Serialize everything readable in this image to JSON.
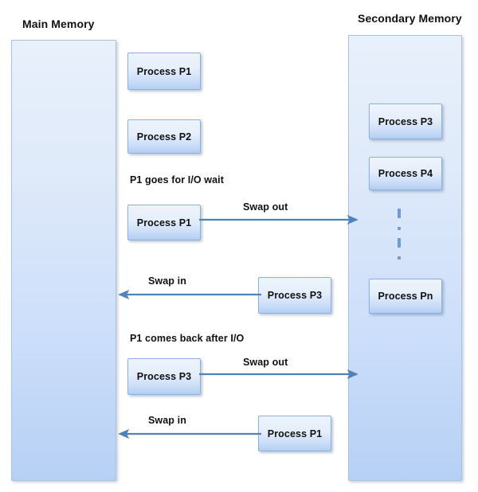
{
  "diagram": {
    "type": "process-swapping-diagram",
    "columns": [
      {
        "id": "main-memory",
        "title": "Main Memory"
      },
      {
        "id": "secondary-memory",
        "title": "Secondary Memory"
      }
    ],
    "main_memory_processes": [
      {
        "id": "p1-top",
        "label": "Process P1"
      },
      {
        "id": "p2-top",
        "label": "Process P2"
      },
      {
        "id": "p1-swapout",
        "label": "Process P1"
      },
      {
        "id": "p3-swapout",
        "label": "Process P3"
      }
    ],
    "secondary_memory_processes": [
      {
        "id": "p3-secondary",
        "label": "Process P3"
      },
      {
        "id": "p4-secondary",
        "label": "Process P4"
      },
      {
        "id": "pn-secondary",
        "label": "Process Pn"
      }
    ],
    "transit_processes": [
      {
        "id": "p3-swapin",
        "label": "Process P3"
      },
      {
        "id": "p1-swapin",
        "label": "Process P1"
      }
    ],
    "annotations": [
      {
        "id": "p1-io-wait",
        "text": "P1 goes for I/O wait"
      },
      {
        "id": "p1-comes-back",
        "text": "P1 comes back after I/O"
      }
    ],
    "arrows": [
      {
        "id": "swap-out-1",
        "label": "Swap out",
        "direction": "right"
      },
      {
        "id": "swap-in-1",
        "label": "Swap in",
        "direction": "left"
      },
      {
        "id": "swap-out-2",
        "label": "Swap out",
        "direction": "right"
      },
      {
        "id": "swap-in-2",
        "label": "Swap in",
        "direction": "left"
      }
    ],
    "ellipsis": {
      "id": "vertical-ellipsis",
      "meaning": "more processes"
    },
    "colors": {
      "column_fill_top": "#e8f0fb",
      "column_fill_bottom": "#b6d0f5",
      "column_border": "#a9c3e0",
      "box_fill_top": "#eef4fc",
      "box_fill_bottom": "#b2cef2",
      "box_border": "#8cb0dd",
      "arrow": "#4f81bd",
      "text": "#111111",
      "background": "#ffffff"
    }
  }
}
